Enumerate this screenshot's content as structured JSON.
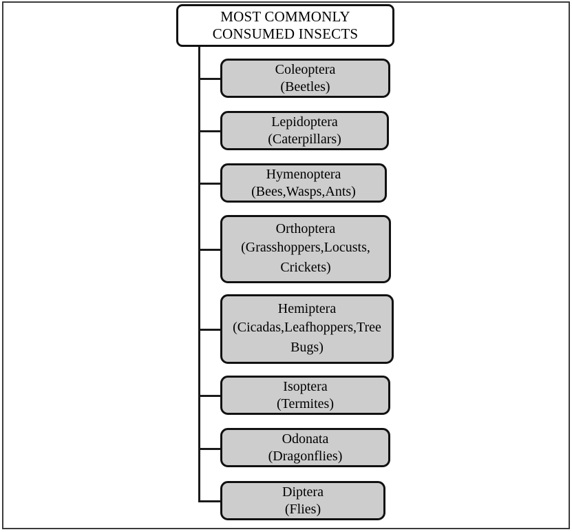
{
  "figure": {
    "title_lines": [
      "MOST COMMONLY",
      "CONSUMED INSECTS"
    ],
    "title_text": "MOST COMMONLY CONSUMED INSECTS",
    "node_fill_color": "#CDCDCD",
    "root_fill_color": "#FFFFFF",
    "border_color": "#111111",
    "connector_color": "#1A1A1A",
    "frame_color": "#3A3A3A"
  },
  "chart_data": {
    "type": "diagram",
    "subtype": "tree-hierarchy",
    "title": "MOST COMMONLY CONSUMED INSECTS",
    "root": "MOST COMMONLY CONSUMED INSECTS",
    "children_count": 8,
    "categories": [
      "Coleoptera",
      "Lepidoptera",
      "Hymenoptera",
      "Orthoptera",
      "Hemiptera",
      "Isoptera",
      "Odonata",
      "Diptera"
    ],
    "common_names": [
      "(Beetles)",
      "(Caterpillars)",
      "(Bees,Wasps,Ants)",
      "(Grasshoppers,Locusts, Crickets)",
      "(Cicadas,Leafhoppers,Tree Bugs)",
      "(Termites)",
      "(Dragonflies)",
      "(Flies)"
    ]
  },
  "nodes": [
    {
      "order": "Coleoptera",
      "common": "(Beetles)",
      "common_line1": "(Beetles)",
      "common_line2": ""
    },
    {
      "order": "Lepidoptera",
      "common": "(Caterpillars)",
      "common_line1": "(Caterpillars)",
      "common_line2": ""
    },
    {
      "order": "Hymenoptera",
      "common": "(Bees,Wasps,Ants)",
      "common_line1": "(Bees,Wasps,Ants)",
      "common_line2": ""
    },
    {
      "order": "Orthoptera",
      "common": "(Grasshoppers,Locusts, Crickets)",
      "common_line1": "(Grasshoppers,Locusts,",
      "common_line2": "Crickets)"
    },
    {
      "order": "Hemiptera",
      "common": "(Cicadas,Leafhoppers,Tree Bugs)",
      "common_line1": "(Cicadas,Leafhoppers,Tree",
      "common_line2": "Bugs)"
    },
    {
      "order": "Isoptera",
      "common": "(Termites)",
      "common_line1": "(Termites)",
      "common_line2": ""
    },
    {
      "order": "Odonata",
      "common": "(Dragonflies)",
      "common_line1": "(Dragonflies)",
      "common_line2": ""
    },
    {
      "order": "Diptera",
      "common": "(Flies)",
      "common_line1": "(Flies)",
      "common_line2": ""
    }
  ]
}
